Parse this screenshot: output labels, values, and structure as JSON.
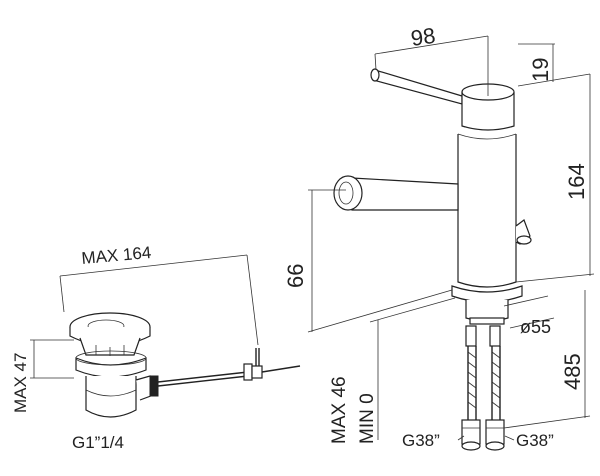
{
  "colors": {
    "line": "#222222",
    "background": "#ffffff"
  },
  "labels": {
    "d98": "98",
    "d19": "19",
    "d164": "164",
    "d66": "66",
    "d55": "ø55",
    "d485": "485",
    "max164": "MAX 164",
    "max47": "MAX 47",
    "g1": "G1”1/4",
    "max46": "MAX 46",
    "min0": "MIN 0",
    "g38_left": "G38”",
    "g38_right": "G38”"
  }
}
